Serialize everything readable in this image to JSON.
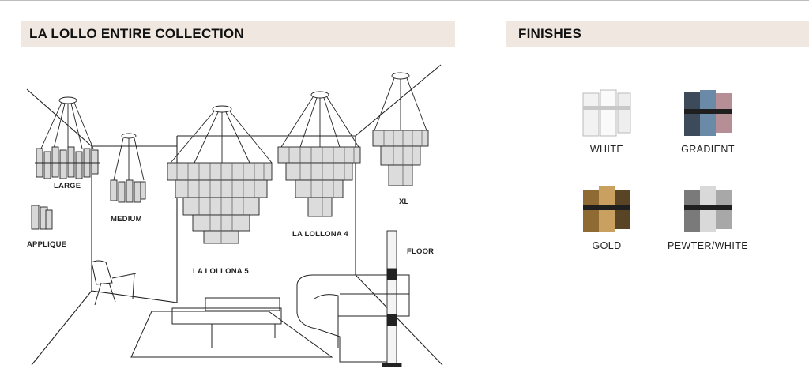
{
  "headers": {
    "collection": "LA LOLLO ENTIRE COLLECTION",
    "finishes": "FINISHES"
  },
  "labels": {
    "large": "LARGE",
    "medium": "MEDIUM",
    "applique": "APPLIQUE",
    "la_lollona_5": "LA LOLLONA 5",
    "la_lollona_4": "LA LOLLONA 4",
    "xl": "XL",
    "floor": "FLOOR"
  },
  "finishes": [
    {
      "name": "WHITE",
      "color": "#e4e4e4"
    },
    {
      "name": "GRADIENT",
      "color": "#5a6f86"
    },
    {
      "name": "GOLD",
      "color": "#b58a46"
    },
    {
      "name": "PEWTER/WHITE",
      "color": "#8d8d8d"
    }
  ]
}
